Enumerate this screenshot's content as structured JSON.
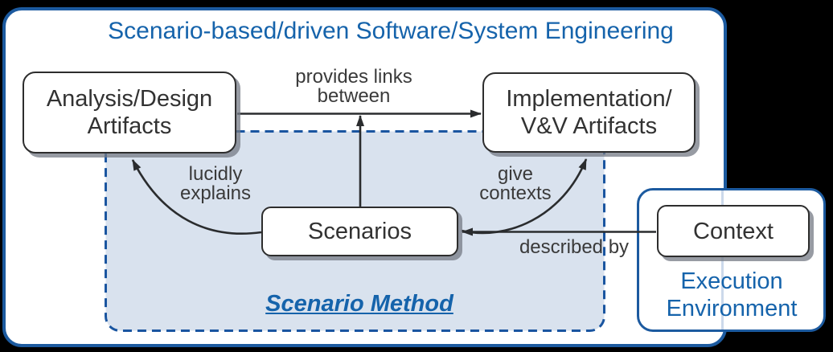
{
  "title": "Scenario-based/driven Software/System Engineering",
  "nodes": {
    "analysis": {
      "line1": "Analysis/Design",
      "line2": "Artifacts"
    },
    "implementation": {
      "line1": "Implementation/",
      "line2": "V&V Artifacts"
    },
    "scenarios": {
      "label": "Scenarios"
    },
    "context": {
      "label": "Context"
    }
  },
  "regions": {
    "scenario_method": {
      "label": "Scenario Method"
    },
    "execution_environment": {
      "line1": "Execution",
      "line2": "Environment"
    }
  },
  "edges": {
    "provides_links": {
      "line1": "provides links",
      "line2": "between"
    },
    "lucidly_explains": {
      "line1": "lucidly",
      "line2": "explains"
    },
    "give_contexts": {
      "line1": "give",
      "line2": "contexts"
    },
    "described_by": {
      "label": "described by"
    }
  },
  "colors": {
    "accent_blue_text": "#1563ab",
    "blue_border": "#1c5a9f",
    "dashed_border_blue": "#1a55a0",
    "region_fill": "#d9e2ee",
    "box_border": "#2d2d2d",
    "arrow": "#2a2c2e",
    "background": "#000000",
    "shadow_gray": "#747a84"
  }
}
